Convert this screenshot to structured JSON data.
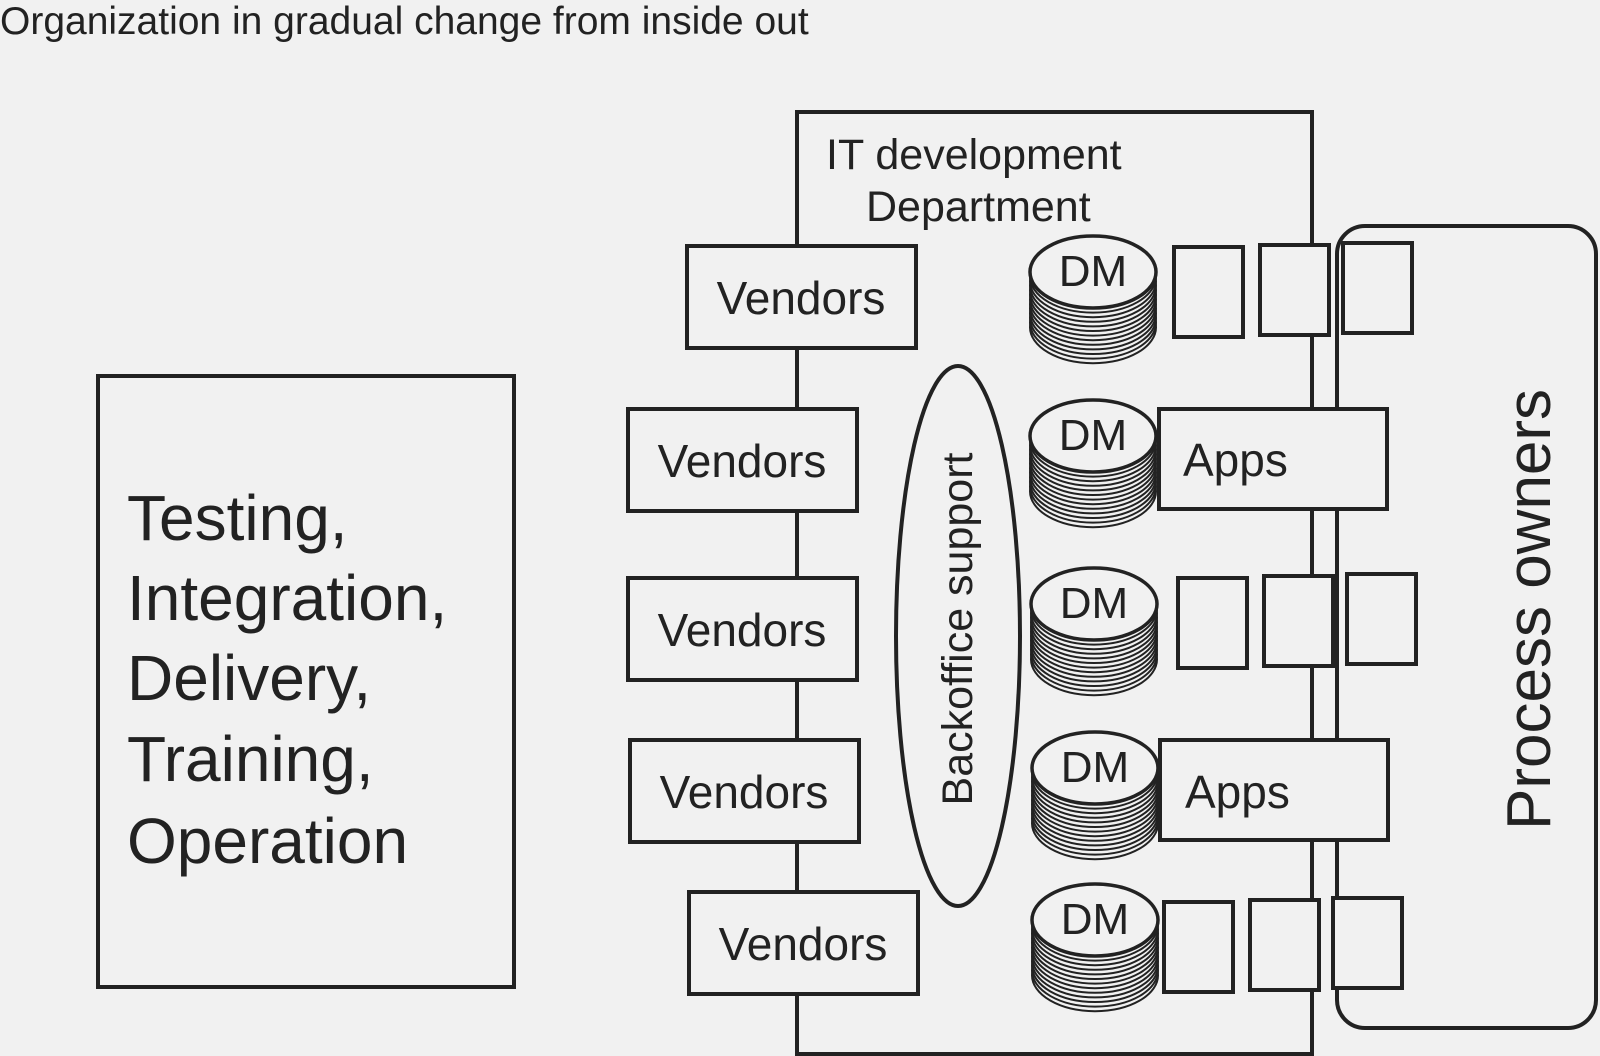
{
  "title": "Organization in gradual change from inside out",
  "left_box": {
    "lines": [
      "Testing,",
      "Integration,",
      "Delivery,",
      "Training,",
      "Operation"
    ]
  },
  "it_department": {
    "label_line1": "IT development",
    "label_line2": "Department"
  },
  "vendors": [
    "Vendors",
    "Vendors",
    "Vendors",
    "Vendors",
    "Vendors"
  ],
  "backoffice": "Backoffice support",
  "dm_label": "DM",
  "apps": [
    "Apps",
    "Apps"
  ],
  "process_owners": "Process owners"
}
